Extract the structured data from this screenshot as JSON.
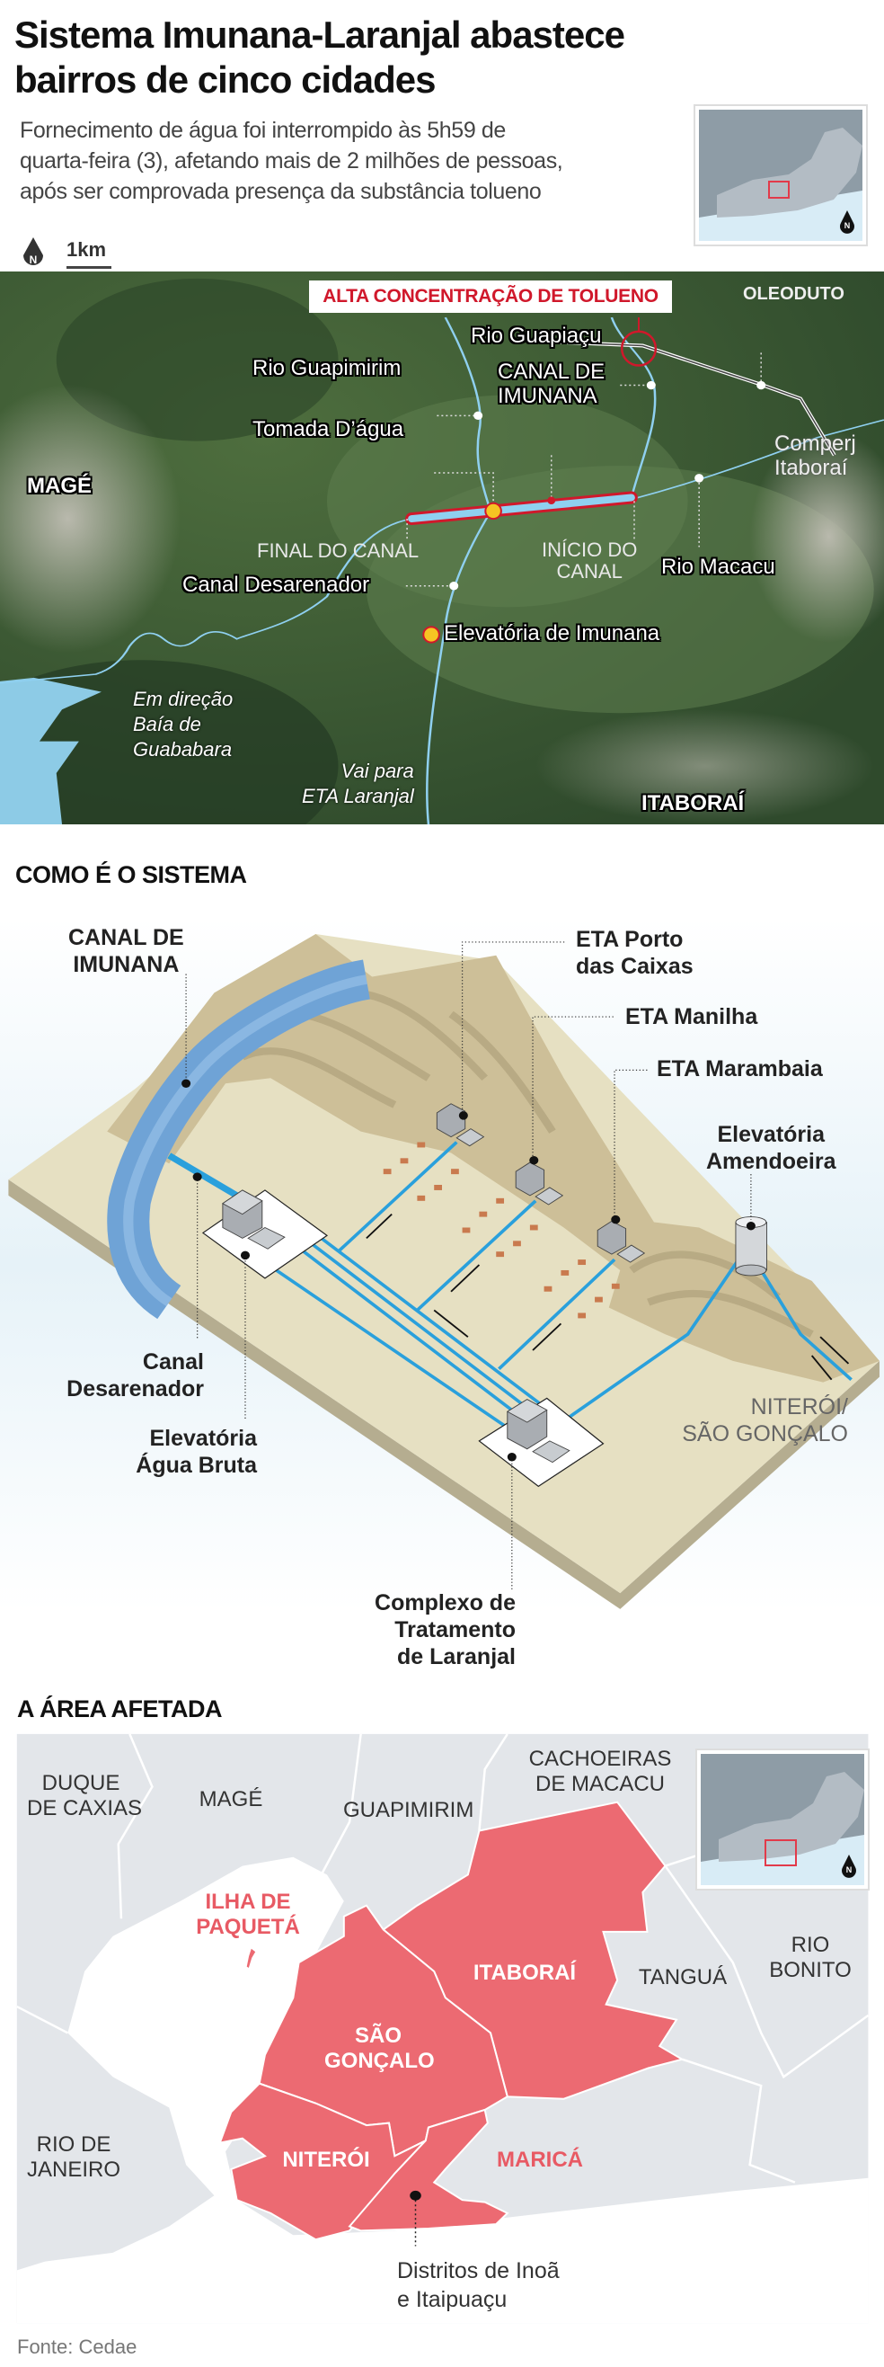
{
  "header": {
    "title_lines": [
      "Sistema Imunana-Laranjal abastece",
      "bairros de cinco cidades"
    ],
    "subtitle_lines": [
      "Fornecimento de água foi interrompido às 5h59 de",
      "quarta-feira (3), afetando mais de 2 milhões de pessoas,",
      "após ser comprovada presença da substância tolueno"
    ]
  },
  "north_label": "N",
  "scale": {
    "label": "1km"
  },
  "satellite_map": {
    "alert": "ALTA CONCENTRAÇÃO DE TOLUENO",
    "labels": {
      "oleoduto": "OLEODUTO",
      "rio_guapiacu": "Rio Guapiaçu",
      "rio_guapimirim": "Rio Guapimirim",
      "canal_imunana": [
        "CANAL DE",
        "IMUNANA"
      ],
      "tomada_dagua": "Tomada D’água",
      "mage": "MAGÉ",
      "comperj": [
        "Comperj",
        "Itaboraí"
      ],
      "final_canal": "FINAL DO CANAL",
      "inicio_canal": [
        "INÍCIO DO",
        "CANAL"
      ],
      "rio_macacu": "Rio Macacu",
      "canal_desarenador": "Canal Desarenador",
      "elevatoria_imunana": "Elevatória de Imunana",
      "baia": [
        "Em direção",
        "Baía de",
        "Guababara"
      ],
      "eta_laranjal": [
        "Vai para",
        "ETA Laranjal"
      ],
      "itaborai": "ITABORAÍ"
    }
  },
  "system": {
    "heading": "COMO É O SISTEMA",
    "labels": {
      "canal_imunana": [
        "CANAL DE",
        "IMUNANA"
      ],
      "eta_porto": [
        "ETA Porto",
        "das Caixas"
      ],
      "eta_manilha": "ETA Manilha",
      "eta_marambaia": "ETA Marambaia",
      "elevatoria_amendoeira": [
        "Elevatória",
        "Amendoeira"
      ],
      "canal_desarenador": [
        "Canal",
        "Desarenador"
      ],
      "elevatoria_agua_bruta": [
        "Elevatória",
        "Água Bruta"
      ],
      "niteroi_sg": [
        "NITERÓI/",
        "SÃO GONÇALO"
      ],
      "complexo": [
        "Complexo de",
        "Tratamento",
        "de Laranjal"
      ]
    }
  },
  "affected": {
    "heading": "A ÁREA AFETADA",
    "municipalities": {
      "duque_caxias": [
        "DUQUE",
        "DE CAXIAS"
      ],
      "mage": "MAGÉ",
      "guapimirim": "GUAPIMIRIM",
      "cachoeiras": [
        "CACHOEIRAS",
        "DE MACACU"
      ],
      "paqueta": [
        "ILHA DE",
        "PAQUETÁ"
      ],
      "itaborai": "ITABORAÍ",
      "tangua": "TANGUÁ",
      "rio_bonito": [
        "RIO",
        "BONITO"
      ],
      "sao_goncalo": [
        "SÃO",
        "GONÇALO"
      ],
      "rio_janeiro": [
        "RIO DE",
        "JANEIRO"
      ],
      "niteroi": "NITERÓI",
      "marica": "MARICÁ"
    },
    "districts_note": [
      "Distritos de Inoã",
      "e Itaipuaçu"
    ]
  },
  "source": "Fonte: Cedae",
  "colors": {
    "affected": "#ec6a72",
    "alert_red": "#d0182b",
    "water": "#7ec3e6",
    "pipe": "#2aa0dc",
    "land_gray": "#e3e6ea",
    "terrain": "#d9d2b0"
  }
}
